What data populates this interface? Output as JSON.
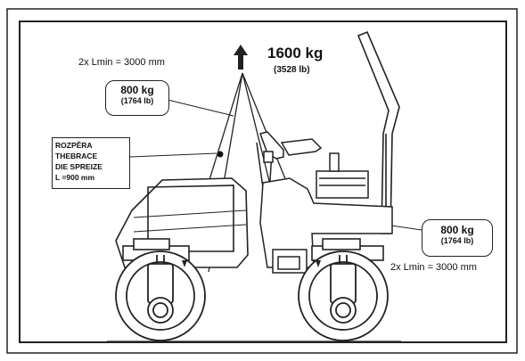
{
  "diagram": {
    "top_load": {
      "main": "1600 kg",
      "sub": "(3528 lb)"
    },
    "left_chain_note": "2x Lmin = 3000 mm",
    "left_box": {
      "main": "800 kg",
      "sub": "(1764 lb)"
    },
    "brace_label": [
      "ROZPĚRA",
      "THEBRACE",
      "DIE SPREIZE",
      "L =900 mm"
    ],
    "right_box": {
      "main": "800 kg",
      "sub": "(1764 lb)"
    },
    "right_chain_note": "2x Lmin = 3000 mm"
  }
}
